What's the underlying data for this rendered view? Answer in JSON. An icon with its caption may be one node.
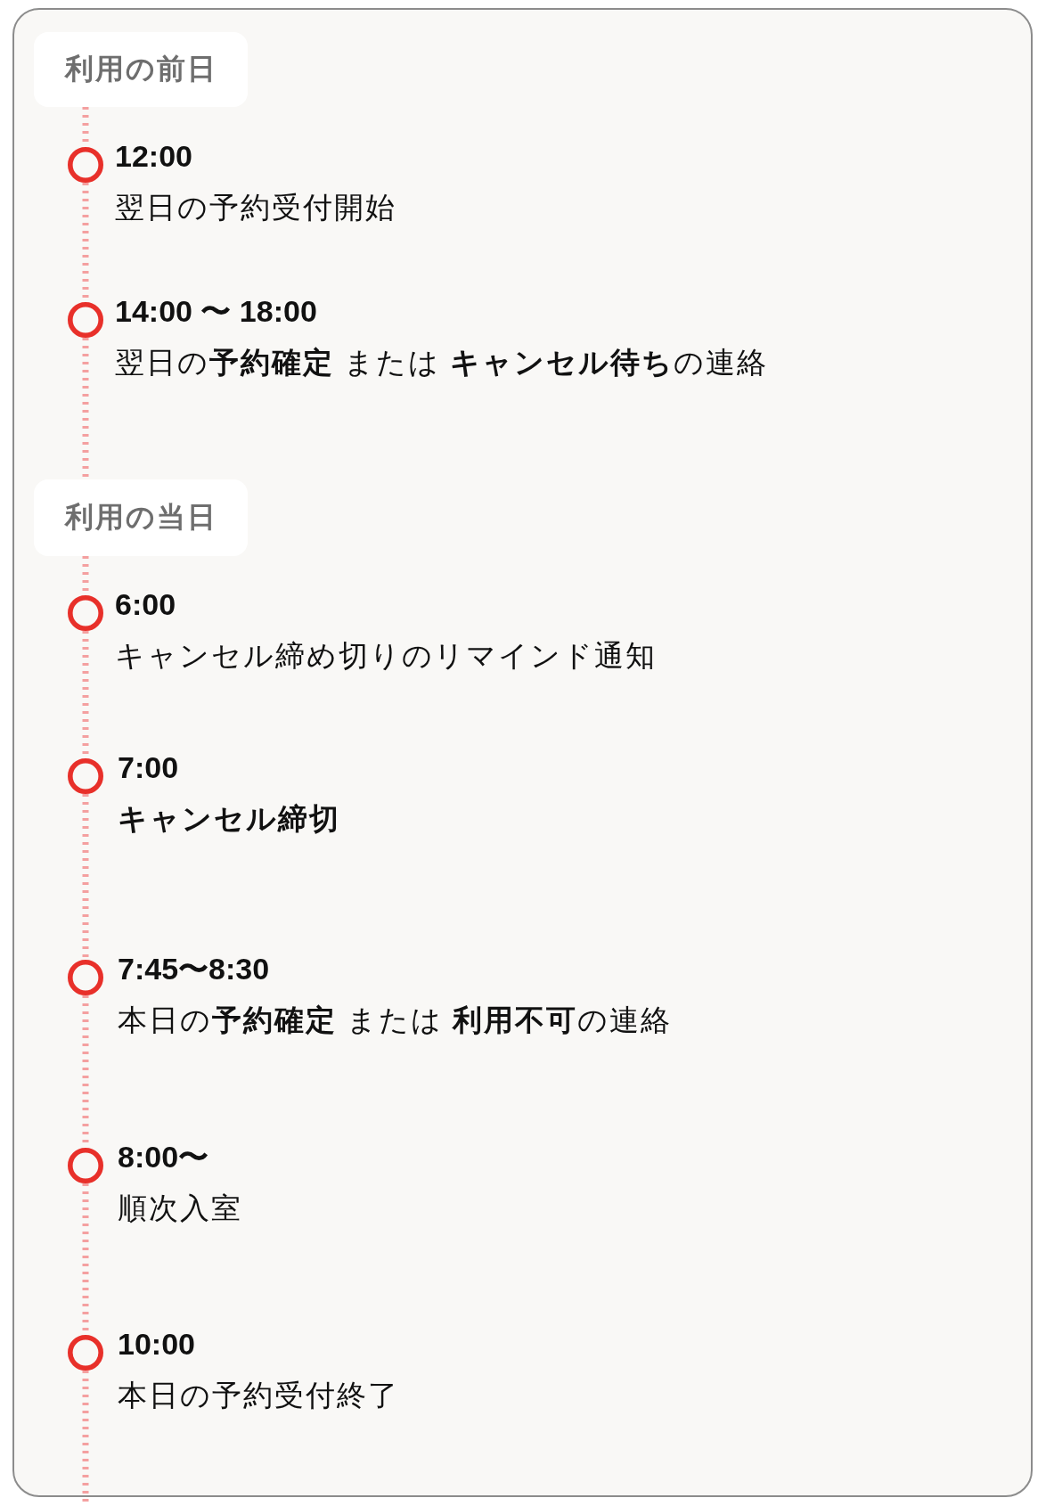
{
  "diagram": {
    "nodes": [
      {
        "text": [
          "利用の前日"
        ]
      },
      {
        "text": [],
        "shape": "circle",
        "beside": [
          "12:00",
          "翌日の予約受付開始"
        ]
      },
      {
        "text": [],
        "shape": "circle",
        "beside": [
          "14:00 〜 18:00",
          "翌日の**予約確定** または **キャンセル待ち**の連絡"
        ]
      },
      {
        "text": [
          "利用の当日"
        ]
      },
      {
        "text": [],
        "shape": "circle",
        "beside": [
          "6:00",
          "キャンセル締め切りのリマインド通知"
        ]
      },
      {
        "text": [],
        "shape": "circle",
        "beside": [
          "7:00",
          "キャンセル締切"
        ]
      },
      {
        "text": [],
        "shape": "circle",
        "beside": [
          "7:45〜8:30",
          "本日の**予約確定** または **利用不可**の連絡"
        ]
      },
      {
        "text": [],
        "shape": "circle",
        "beside": [
          "8:00〜",
          "順次入室"
        ]
      },
      {
        "text": [],
        "shape": "circle",
        "beside": [
          "10:00",
          "本日の予約受付終了"
        ]
      }
    ],
    "edges": [
      {
        "from": 0,
        "to": 1,
        "arrow": "none",
        "style": "dashed"
      },
      {
        "from": 1,
        "to": 2,
        "arrow": "none",
        "style": "dashed"
      },
      {
        "from": 2,
        "to": 3,
        "arrow": "none",
        "style": "dashed"
      },
      {
        "from": 3,
        "to": 4,
        "arrow": "none",
        "style": "dashed"
      },
      {
        "from": 4,
        "to": 5,
        "arrow": "none",
        "style": "dashed"
      },
      {
        "from": 5,
        "to": 6,
        "arrow": "none",
        "style": "dashed"
      },
      {
        "from": 6,
        "to": 7,
        "arrow": "none",
        "style": "dashed"
      },
      {
        "from": 7,
        "to": 8,
        "arrow": "none",
        "style": "dashed"
      },
      {
        "from": 8,
        "to": null,
        "arrow": "none",
        "style": "dashed"
      }
    ]
  }
}
